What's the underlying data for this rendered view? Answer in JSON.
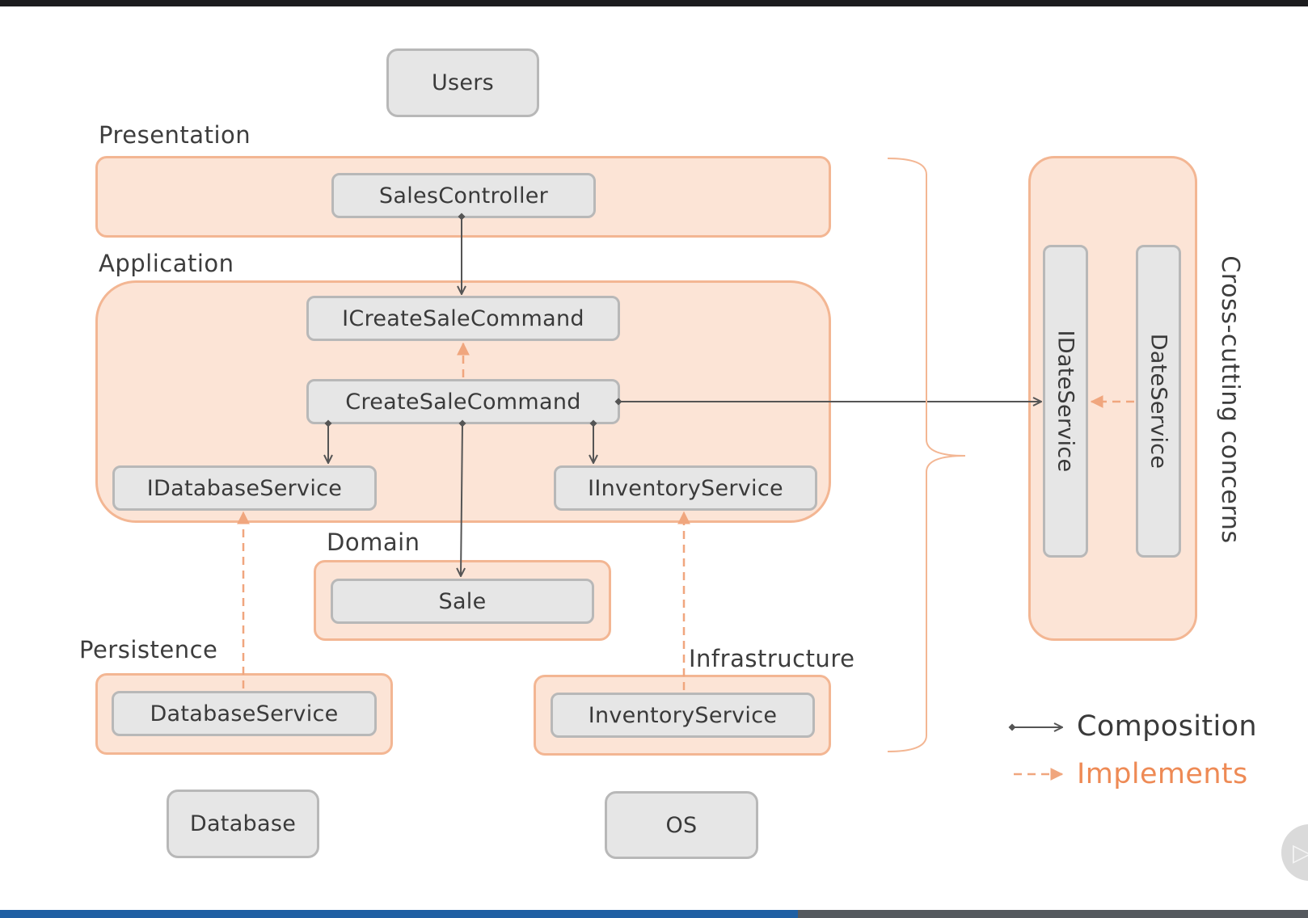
{
  "progress": {
    "percent": 61
  },
  "layers": {
    "presentation": "Presentation",
    "application": "Application",
    "domain": "Domain",
    "persistence": "Persistence",
    "infrastructure": "Infrastructure"
  },
  "nodes": {
    "users": "Users",
    "sales_controller": "SalesController",
    "icreate_sale_command": "ICreateSaleCommand",
    "create_sale_command": "CreateSaleCommand",
    "idatabase_service": "IDatabaseService",
    "iinventory_service": "IInventoryService",
    "sale": "Sale",
    "database_service": "DatabaseService",
    "inventory_service": "InventoryService",
    "database": "Database",
    "os": "OS",
    "idate_service": "IDateService",
    "date_service": "DateService"
  },
  "cross_cutting": "Cross-cutting concerns",
  "legend": {
    "composition": "Composition",
    "implements": "Implements"
  },
  "colors": {
    "layer_fill": "#fce4d6",
    "layer_border": "#f3b693",
    "node_fill": "#e6e6e6",
    "node_border": "#b8b8b8",
    "composition": "#555555",
    "implements": "#f0a67e"
  },
  "icons": {
    "player": "video-player-icon"
  }
}
